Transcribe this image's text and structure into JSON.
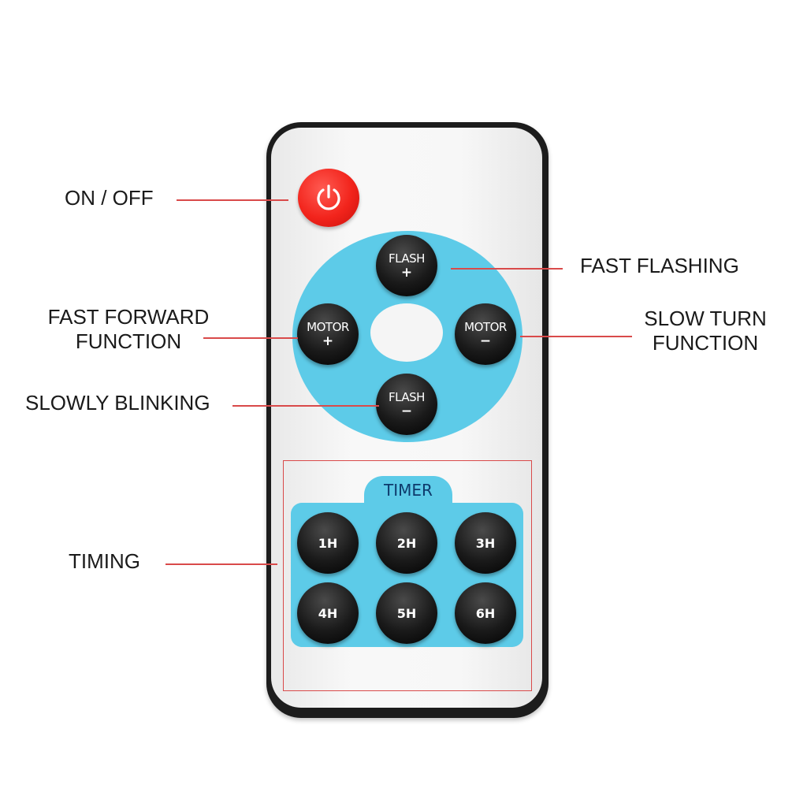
{
  "remote": {
    "power_icon": "power-icon",
    "buttons": {
      "flash_plus": {
        "line1": "FLASH",
        "line2": "+"
      },
      "flash_minus": {
        "line1": "FLASH",
        "line2": "−"
      },
      "motor_plus": {
        "line1": "MOTOR",
        "line2": "+"
      },
      "motor_minus": {
        "line1": "MOTOR",
        "line2": "−"
      }
    },
    "timer": {
      "label": "TIMER",
      "buttons": [
        "1H",
        "2H",
        "3H",
        "4H",
        "5H",
        "6H"
      ]
    }
  },
  "callouts": {
    "on_off": "ON / OFF",
    "fast_flashing": "FAST FLASHING",
    "fast_forward": {
      "line1": "FAST FORWARD",
      "line2": "FUNCTION"
    },
    "slow_turn": {
      "line1": "SLOW TURN",
      "line2": "FUNCTION"
    },
    "slowly_blinking": "SLOWLY BLINKING",
    "timing": "TIMING"
  },
  "colors": {
    "power": "#f2241c",
    "accent_blue": "#5dcbe8",
    "leader_line": "#d94a4a",
    "button": "#111111"
  }
}
